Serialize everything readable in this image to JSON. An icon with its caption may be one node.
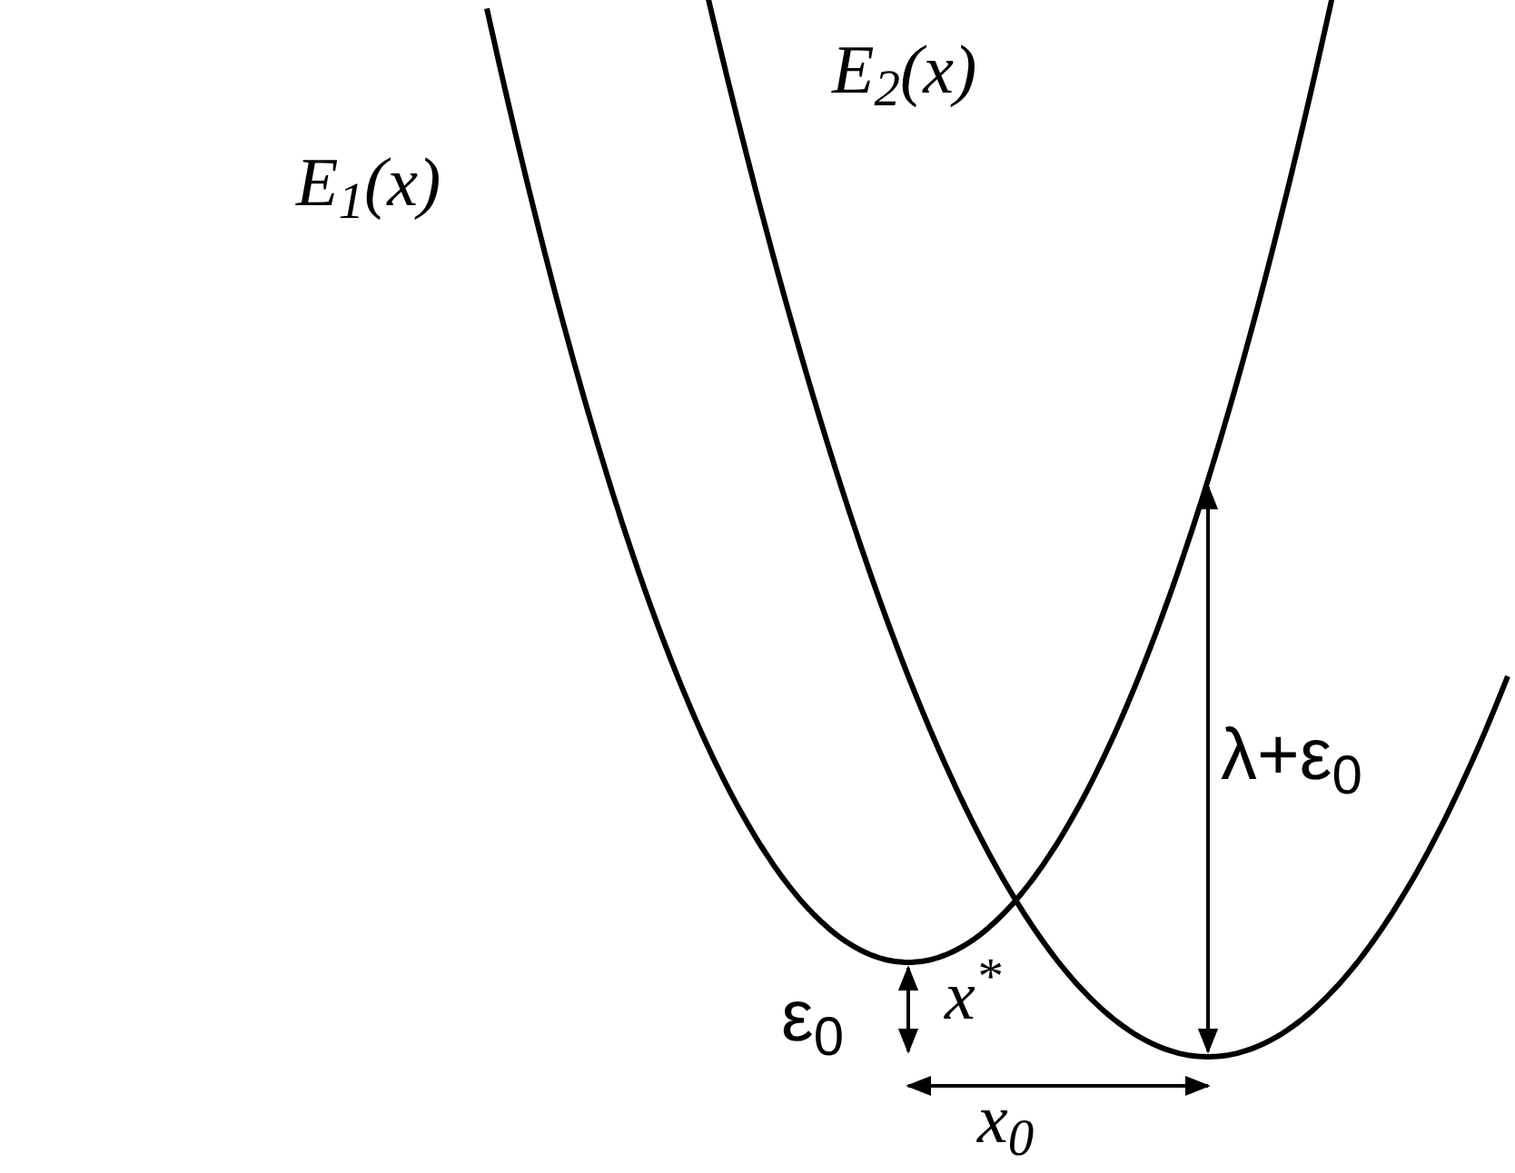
{
  "diagram": {
    "labels": [
      "E$_{1}$(x)",
      "E$_{2}$(x)",
      "x$^{*}$",
      "λ+ε$_{0}$",
      "ε$_{0}$",
      "x$_{0}$"
    ]
  }
}
